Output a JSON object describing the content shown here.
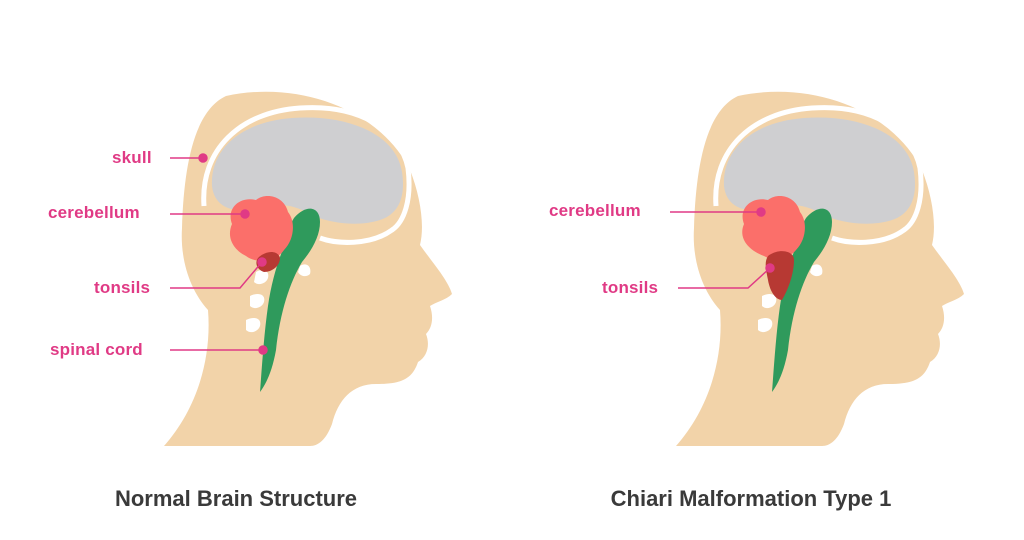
{
  "colors": {
    "skin": "#f2d3a9",
    "skull": "#f2d3a9",
    "brain": "#cfcfd1",
    "cerebellum": "#fb6f6a",
    "tonsils": "#b73933",
    "spinal_cord": "#2f9a5c",
    "vertebrae": "#ffffff",
    "label": "#e03a85",
    "caption": "#3a3a3a"
  },
  "panels": [
    {
      "caption": "Normal Brain Structure",
      "labels": {
        "skull": "skull",
        "cerebellum": "cerebellum",
        "tonsils": "tonsils",
        "spinal_cord": "spinal cord"
      }
    },
    {
      "caption": "Chiari Malformation Type 1",
      "labels": {
        "cerebellum": "cerebellum",
        "tonsils": "tonsils"
      }
    }
  ]
}
